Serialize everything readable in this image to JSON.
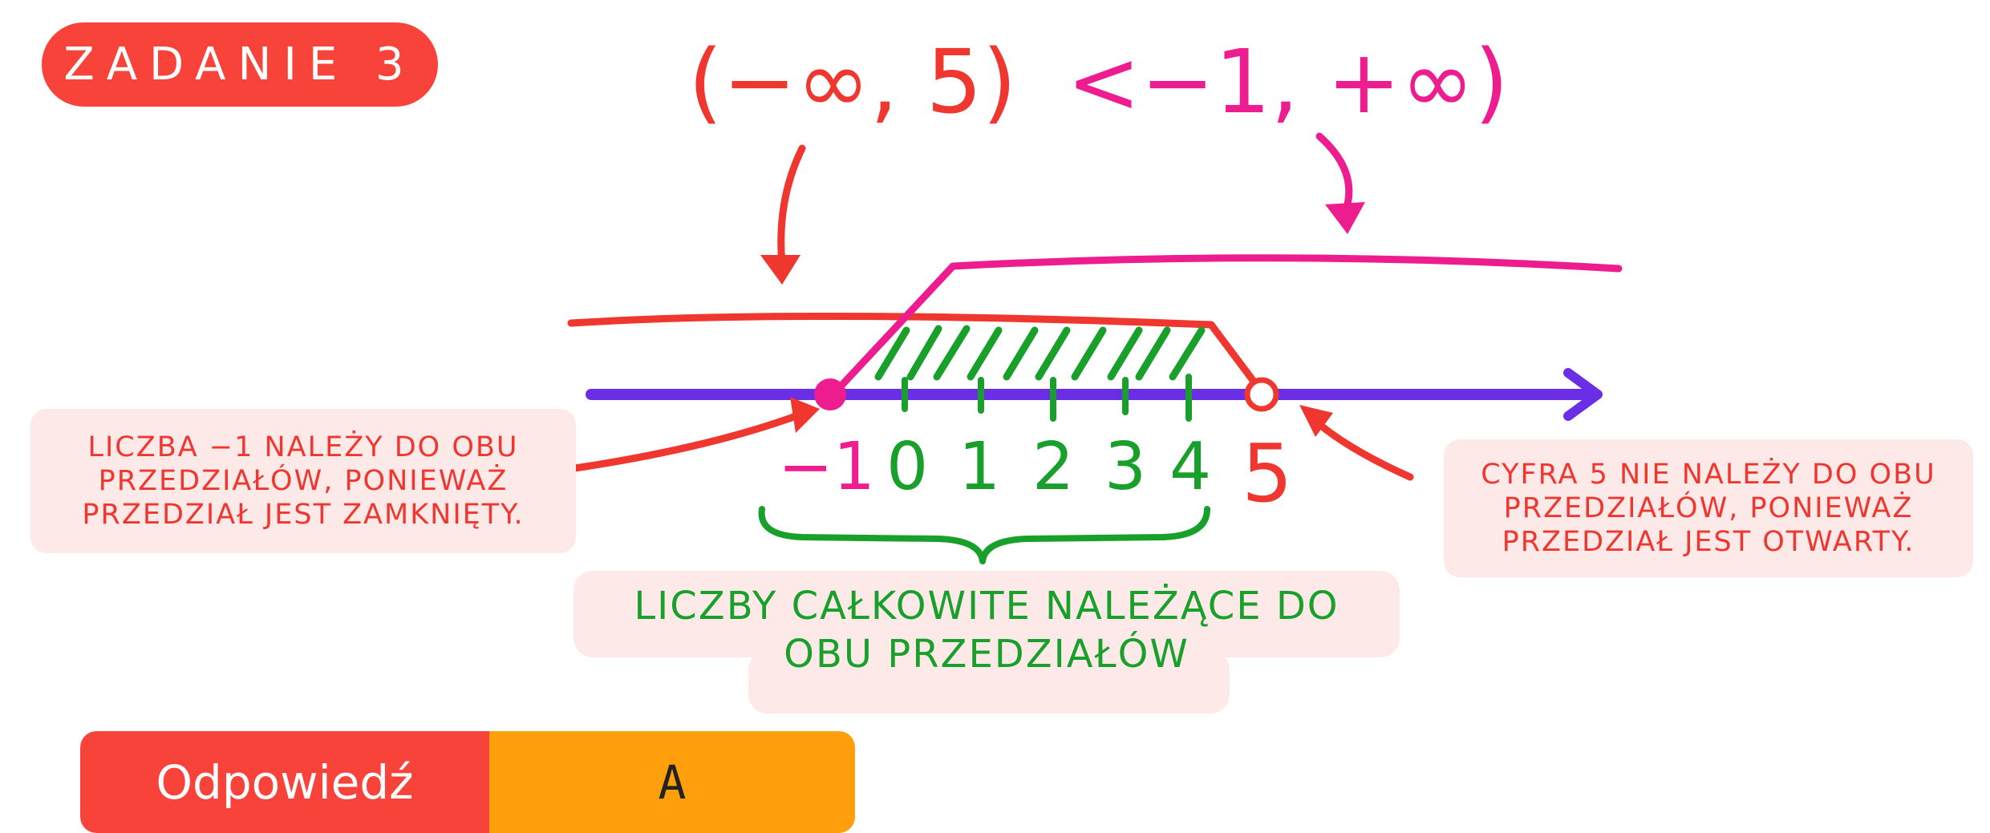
{
  "task_label": "ZADANIE 3",
  "intervals": {
    "first": "(−∞, 5)",
    "second": "<−1, +∞)"
  },
  "number_line": {
    "ticks": [
      "−1",
      "0",
      "1",
      "2",
      "3",
      "4",
      "5"
    ],
    "closed_endpoint": -1,
    "open_endpoint": 5
  },
  "notes": {
    "left": "Liczba −1 należy do obu przedziałów, ponieważ przedział jest zamknięty.",
    "right": "Cyfra 5 nie należy do obu przedziałów, ponieważ przedział jest otwarty.",
    "center_line1": "Liczby całkowite należące do",
    "center_line2": "obu przedziałów"
  },
  "answer": {
    "label": "Odpowiedź",
    "value": "A"
  },
  "colors": {
    "red": "#ef3730",
    "magenta": "#ee1d8f",
    "green": "#18a02b",
    "axis": "#6a2ee6",
    "orange": "#fe9f0b"
  }
}
